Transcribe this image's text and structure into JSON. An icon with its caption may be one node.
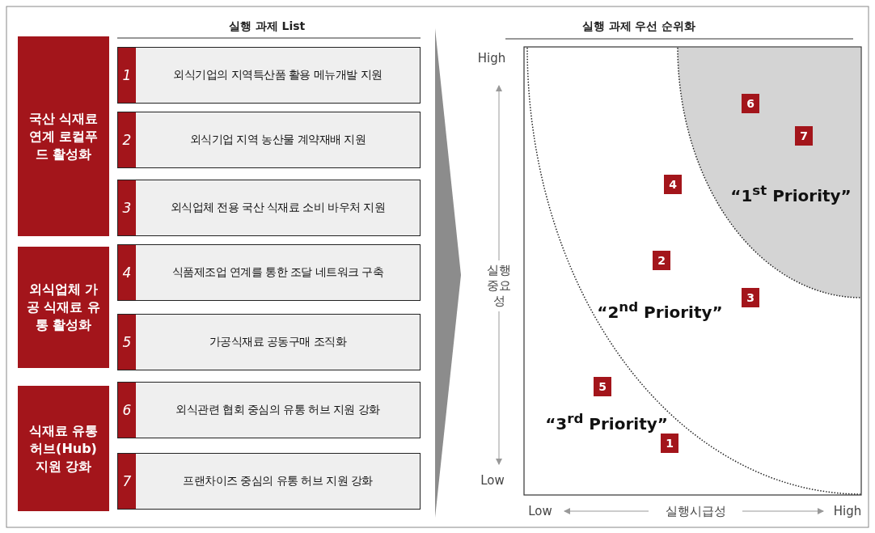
{
  "diagram": {
    "nodes": [
      {
        "text": [
          "국산 식재료 연계 로컬푸드 활성화"
        ]
      },
      {
        "text": [
          "1",
          "외식기업의 지역특산품 활용 메뉴개발 지원"
        ]
      },
      {
        "text": [
          "2",
          "외식기업 지역 농산물 계약재배 지원"
        ]
      },
      {
        "text": [
          "3",
          "외식업체 전용 국산 식재료 소비 바우처 지원"
        ]
      },
      {
        "text": [
          "외식업체 가공 식재료 유통 활성화"
        ]
      },
      {
        "text": [
          "4",
          "식품제조업 연계를 통한 조달 네트워크 구축"
        ]
      },
      {
        "text": [
          "5",
          "가공식재료 공동구매 조직화"
        ]
      },
      {
        "text": [
          "식재료 유통 허브(Hub) 지원 강화"
        ]
      },
      {
        "text": [
          "6",
          "외식관련 협회 중심의 유통 허브 지원 강화"
        ]
      },
      {
        "text": [
          "7",
          "프랜차이즈 중심의 유통 허브 지원 강화"
        ]
      },
      {
        "text": [
          "6"
        ]
      },
      {
        "text": [
          "7"
        ]
      },
      {
        "text": [
          "4"
        ]
      },
      {
        "text": [
          "2"
        ]
      },
      {
        "text": [
          "3"
        ]
      },
      {
        "text": [
          "5"
        ]
      },
      {
        "text": [
          "1"
        ]
      }
    ],
    "labels": [
      "실행 과제 List",
      "실행 과제 우선 순위화",
      "High",
      "“1$^{st}$ Priority”",
      "실행 중요성",
      "“2$^{nd}$ Priority”",
      "“3$^{rd}$ Priority”",
      "Low",
      "Low",
      "실행시급성",
      "High"
    ]
  }
}
